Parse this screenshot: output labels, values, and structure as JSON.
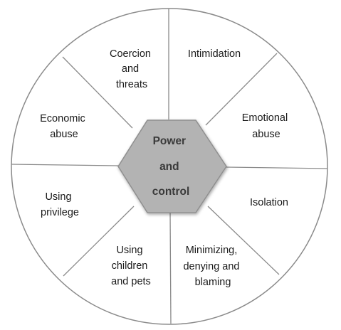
{
  "center": {
    "lines": [
      "Power",
      "and",
      "control"
    ],
    "fill": "#b3b3b3"
  },
  "segments": [
    {
      "id": "coercion-and-threats",
      "lines": [
        "Coercion",
        "and",
        "threats"
      ]
    },
    {
      "id": "intimidation",
      "lines": [
        "Intimidation"
      ]
    },
    {
      "id": "emotional-abuse",
      "lines": [
        "Emotional",
        "abuse"
      ]
    },
    {
      "id": "isolation",
      "lines": [
        "Isolation"
      ]
    },
    {
      "id": "minimizing-denying-and-blaming",
      "lines": [
        "Minimizing,",
        "denying and",
        "blaming"
      ]
    },
    {
      "id": "using-children-and-pets",
      "lines": [
        "Using",
        "children",
        "and pets"
      ]
    },
    {
      "id": "using-privilege",
      "lines": [
        "Using",
        "privilege"
      ]
    },
    {
      "id": "economic-abuse",
      "lines": [
        "Economic",
        "abuse"
      ]
    }
  ],
  "colors": {
    "outline": "#8a8a8a",
    "hexagon_stroke": "#8f8f8f"
  }
}
